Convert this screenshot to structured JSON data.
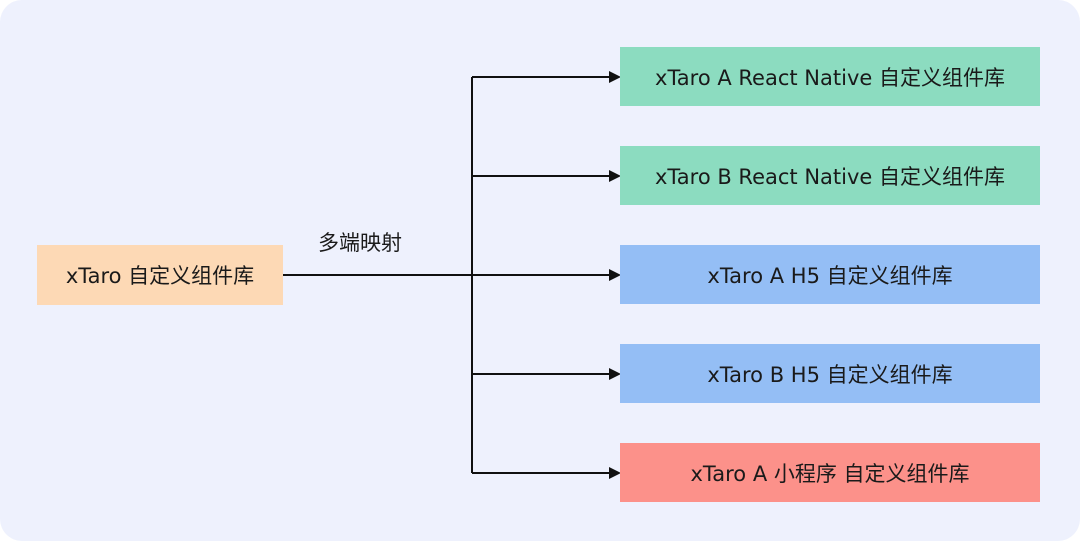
{
  "diagram": {
    "background_color": "#eef1fd",
    "edge_label": "多端映射",
    "source": {
      "label": "xTaro 自定义组件库",
      "color": "#fdd9b5"
    },
    "targets": [
      {
        "label": "xTaro A React Native 自定义组件库",
        "color": "#8cdcc0"
      },
      {
        "label": "xTaro B React Native 自定义组件库",
        "color": "#8cdcc0"
      },
      {
        "label": "xTaro A H5 自定义组件库",
        "color": "#94bef5"
      },
      {
        "label": "xTaro B H5 自定义组件库",
        "color": "#94bef5"
      },
      {
        "label": "xTaro A 小程序 自定义组件库",
        "color": "#fc918a"
      }
    ]
  }
}
